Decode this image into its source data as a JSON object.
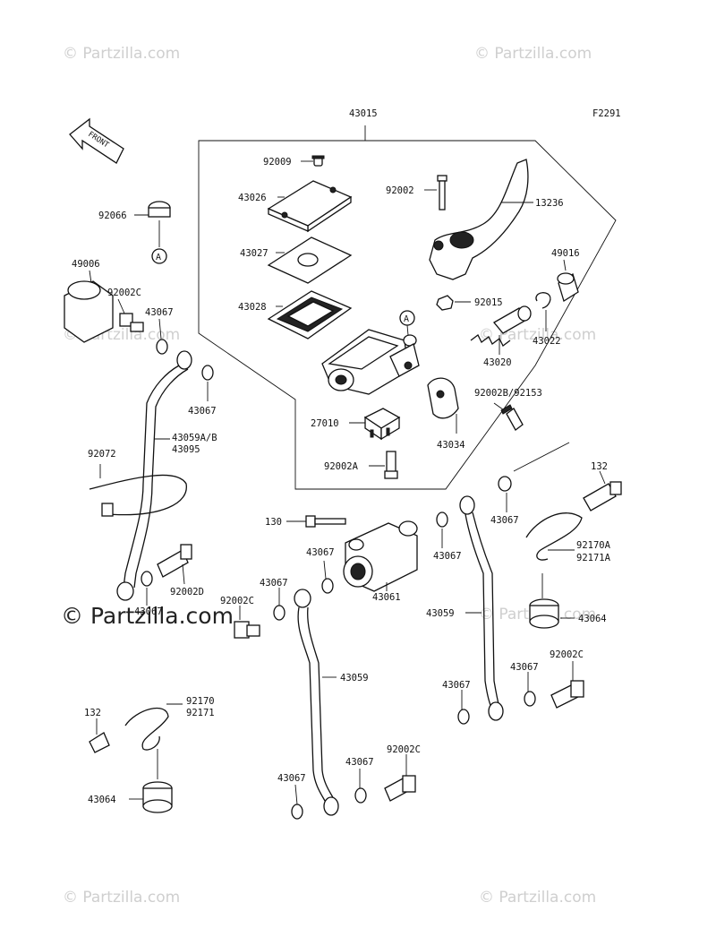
{
  "watermark": {
    "text": "© Partzilla.com",
    "big_text": "© Partzilla.com"
  },
  "figure_id": "F2291",
  "front_arrow": "FRONT",
  "ref_marker": "A",
  "labels": [
    {
      "id": "l43015",
      "text": "43015"
    },
    {
      "id": "l92009",
      "text": "92009"
    },
    {
      "id": "l43026",
      "text": "43026"
    },
    {
      "id": "l92002",
      "text": "92002"
    },
    {
      "id": "l13236",
      "text": "13236"
    },
    {
      "id": "l43027",
      "text": "43027"
    },
    {
      "id": "l49016",
      "text": "49016"
    },
    {
      "id": "l43028",
      "text": "43028"
    },
    {
      "id": "l92015",
      "text": "92015"
    },
    {
      "id": "l43022",
      "text": "43022"
    },
    {
      "id": "l43020",
      "text": "43020"
    },
    {
      "id": "l92002b",
      "text": "92002B/92153"
    },
    {
      "id": "l27010",
      "text": "27010"
    },
    {
      "id": "l43034",
      "text": "43034"
    },
    {
      "id": "l92002a",
      "text": "92002A"
    },
    {
      "id": "l92066",
      "text": "92066"
    },
    {
      "id": "l49006",
      "text": "49006"
    },
    {
      "id": "l92002c_a",
      "text": "92002C"
    },
    {
      "id": "l43067_a",
      "text": "43067"
    },
    {
      "id": "l43067_b",
      "text": "43067"
    },
    {
      "id": "l43059ab",
      "text": "43059A/B"
    },
    {
      "id": "l43095",
      "text": "43095"
    },
    {
      "id": "l92072",
      "text": "92072"
    },
    {
      "id": "l43067_c",
      "text": "43067"
    },
    {
      "id": "l92002d",
      "text": "92002D"
    },
    {
      "id": "l132_a",
      "text": "132"
    },
    {
      "id": "l43067_d",
      "text": "43067"
    },
    {
      "id": "l92170a",
      "text": "92170A"
    },
    {
      "id": "l92171a",
      "text": "92171A"
    },
    {
      "id": "l130",
      "text": "130"
    },
    {
      "id": "l43067_e",
      "text": "43067"
    },
    {
      "id": "l43067_f",
      "text": "43067"
    },
    {
      "id": "l43061",
      "text": "43061"
    },
    {
      "id": "l43067_g",
      "text": "43067"
    },
    {
      "id": "l92002c_b",
      "text": "92002C"
    },
    {
      "id": "l43059_a",
      "text": "43059"
    },
    {
      "id": "l43064_a",
      "text": "43064"
    },
    {
      "id": "l92002c_c",
      "text": "92002C"
    },
    {
      "id": "l43067_h",
      "text": "43067"
    },
    {
      "id": "l43059_b",
      "text": "43059"
    },
    {
      "id": "l43067_i",
      "text": "43067"
    },
    {
      "id": "l92170",
      "text": "92170"
    },
    {
      "id": "l92171",
      "text": "92171"
    },
    {
      "id": "l132_b",
      "text": "132"
    },
    {
      "id": "l43067_j",
      "text": "43067"
    },
    {
      "id": "l92002c_d",
      "text": "92002C"
    },
    {
      "id": "l43067_k",
      "text": "43067"
    },
    {
      "id": "l43064_b",
      "text": "43064"
    }
  ]
}
